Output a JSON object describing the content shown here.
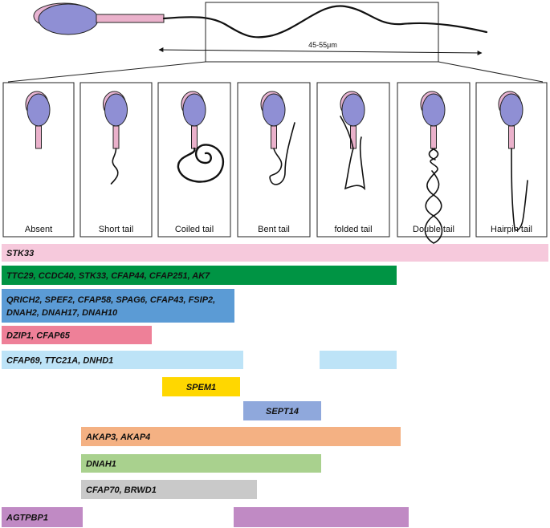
{
  "measurement": "45-55μm",
  "colors": {
    "head": "#8f8fd4",
    "acrosome": "#e8b4d3",
    "midpiece": "#eab1cb",
    "outline": "#222222"
  },
  "phenotypes": [
    "Absent",
    "Short tail",
    "Coiled tail",
    "Bent tail",
    "folded tail",
    "Double tail",
    "Hairpin tail"
  ],
  "gene_groups": [
    {
      "genes": "STK33",
      "color": "#f6c9dc"
    },
    {
      "genes": "TTC29, CCDC40, STK33, CFAP44, CFAP251, AK7",
      "color": "#009444"
    },
    {
      "genes": "QRICH2, SPEF2, CFAP58, SPAG6, CFAP43, FSIP2,",
      "genes_line2": "DNAH2, DNAH17, DNAH10",
      "color": "#5b9bd5"
    },
    {
      "genes": "DZIP1, CFAP65",
      "color": "#ee8098"
    },
    {
      "genes": "CFAP69, TTC21A, DNHD1",
      "color": "#bde3f7"
    },
    {
      "genes": "SPEM1",
      "color": "#ffd700"
    },
    {
      "genes": "SEPT14",
      "color": "#8fa8dc"
    },
    {
      "genes": "AKAP3, AKAP4",
      "color": "#f4b183"
    },
    {
      "genes": "DNAH1",
      "color": "#a9d18e"
    },
    {
      "genes": "CFAP70, BRWD1",
      "color": "#c9c9c9"
    },
    {
      "genes": "AGTPBP1",
      "color": "#c08ac4"
    }
  ]
}
